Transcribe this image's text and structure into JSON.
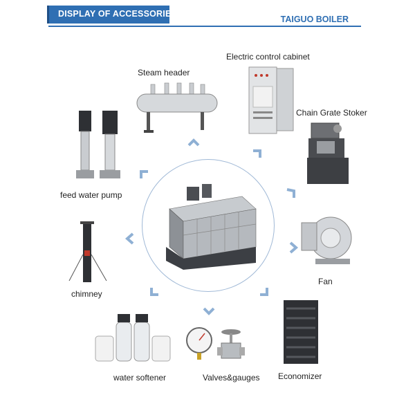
{
  "header": {
    "title": "DISPLAY OF ACCESSORIES",
    "brand": "TAIGUO BOILER"
  },
  "accessories": {
    "steam_header": "Steam header",
    "control_cabinet": "Electric control cabinet",
    "chain_grate": "Chain Grate Stoker",
    "fan": "Fan",
    "economizer": "Economizer",
    "valves": "Valves&gauges",
    "softener": "water softener",
    "chimney": "chimney",
    "pump": "feed water pump"
  },
  "colors": {
    "accent": "#2f6fb3",
    "chevron": "#8fb0d4",
    "steel": "#b8bcc0",
    "dark_steel": "#3c3f44"
  }
}
